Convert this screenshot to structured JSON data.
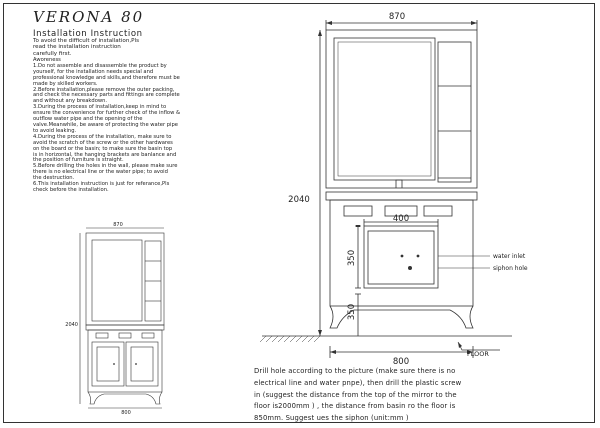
{
  "document": {
    "title": "VERONA 80",
    "subtitle": "Installation Instruction",
    "intro_lines": [
      "To avoid the difficult of installation,Pls",
      "read the installation instruction",
      "carefully first."
    ],
    "instruction_lines": [
      "Aworeness",
      "1.Do not assemble and disassemble the product by",
      "yourself, for the installation needs special and",
      "professional knowledge and skills,and therefore must be",
      "made by skilled workers.",
      "2.Before installation,please remove the outer packing,",
      "and check the necessary parts and fittings are complete",
      "and without any breakdown.",
      "3.During the process of installation,keep in mind to",
      "ensure the convenience for further check of the inflow &",
      "outflow water pipe and the opening of the",
      "valve.Meanwhile, be aware of protecting the water pipe",
      "to avoid leaking.",
      "4.During the process of the installation, make sure to",
      "avoid the scratch of the screw or the other hardwares",
      "on the board or the basin; to make sure the basin top",
      "is in horizontal, the hanging brackets are banlance and",
      "the position of furniture is straight.",
      "5.Before drilling the holes in the wall, please make sure",
      "there is no electrical line or the water pipe; to avoid",
      "the destruction.",
      "6.This installation instruction is just for referance,Pls",
      "check before the installation."
    ],
    "note_lines": [
      "Drill hole according to the picture (make sure there is no",
      "electrical line and water pnpe), then drill the plastic screw",
      "in (suggest the distance from the top of the mirror to the",
      "floor is2000mm ) , the distance from basin ro the floor is",
      "850mm. Suggest ues the siphon (unit:mm )"
    ]
  },
  "small_drawing": {
    "width_top": "870",
    "height": "2040",
    "width_bottom": "800"
  },
  "large_drawing": {
    "width_top": "870",
    "height": "2040",
    "inner_width": "400",
    "dim_upper": "350",
    "dim_lower": "350",
    "width_bottom": "800",
    "label_water_inlet": "water inlet",
    "label_siphon_hole": "siphon hole",
    "label_floor": "FLOOR"
  }
}
